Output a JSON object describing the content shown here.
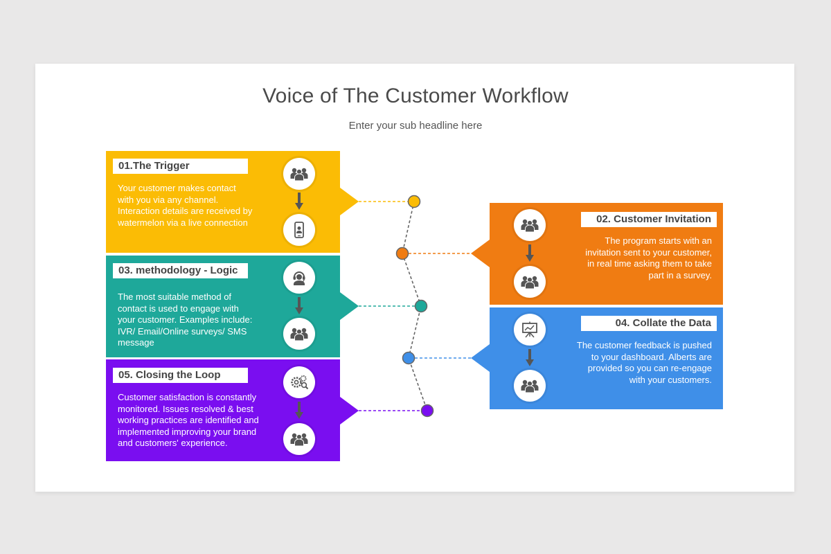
{
  "title": "Voice of The Customer Workflow",
  "subtitle": "Enter your sub headline here",
  "colors": {
    "yellow": "#fbbc05",
    "orange": "#f07c12",
    "teal": "#1ea89a",
    "blue": "#3f8fe8",
    "purple": "#7a0ef0",
    "connector": "#666666"
  },
  "steps": [
    {
      "label": "01.The Trigger",
      "text": [
        "Your customer makes contact",
        "with you via any channel.",
        "Interaction details are received by",
        "watermelon via a live connection"
      ],
      "icons": [
        "group-icon",
        "mobile-user-icon"
      ]
    },
    {
      "label": "02.  Customer Invitation",
      "text": [
        "The program starts with an",
        "invitation sent to your customer,",
        "in real time asking them to take",
        "part in a survey."
      ],
      "icons": [
        "group-icon",
        "group-icon"
      ]
    },
    {
      "label": "03. methodology - Logic",
      "text": [
        "The most suitable method of",
        "contact is used to engage with",
        "your customer. Examples include:",
        "IVR/ Email/Online surveys/ SMS",
        "message"
      ],
      "icons": [
        "headset-agent-icon",
        "group-icon"
      ]
    },
    {
      "label": "04. Collate the Data",
      "text": [
        "The customer feedback is pushed",
        "to your dashboard. Alberts are",
        "provided so you can re-engage",
        "with your customers."
      ],
      "icons": [
        "presentation-chart-icon",
        "group-icon"
      ]
    },
    {
      "label": "05. Closing the Loop",
      "text": [
        "Customer satisfaction is constantly",
        "monitored. Issues resolved & best",
        "working practices are identified and",
        "implemented improving your brand",
        "and customers' experience."
      ],
      "icons": [
        "gears-search-icon",
        "group-icon"
      ]
    }
  ]
}
